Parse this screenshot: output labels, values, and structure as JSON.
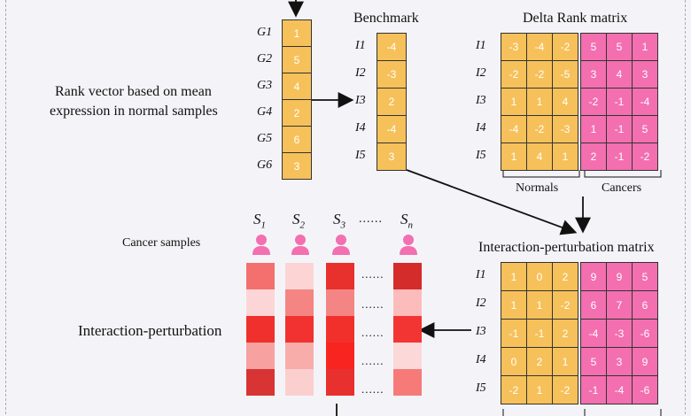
{
  "rank_vector": {
    "rows": [
      "G1",
      "G2",
      "G3",
      "G4",
      "G5",
      "G6"
    ],
    "values": [
      "1",
      "5",
      "4",
      "2",
      "6",
      "3"
    ],
    "caption_line1": "Rank vector based on mean",
    "caption_line2": "expression in normal samples"
  },
  "benchmark": {
    "title": "Benchmark",
    "rows": [
      "I1",
      "I2",
      "I3",
      "I4",
      "I5"
    ],
    "values": [
      "-4",
      "-3",
      "2",
      "-4",
      "3"
    ]
  },
  "delta_rank": {
    "title": "Delta Rank matrix",
    "rows": [
      "I1",
      "I2",
      "I3",
      "I4",
      "I5"
    ],
    "normals": [
      [
        "-3",
        "-4",
        "-2"
      ],
      [
        "-2",
        "-2",
        "-5"
      ],
      [
        "1",
        "1",
        "4"
      ],
      [
        "-4",
        "-2",
        "-3"
      ],
      [
        "1",
        "4",
        "1"
      ]
    ],
    "cancers": [
      [
        "5",
        "5",
        "1"
      ],
      [
        "3",
        "4",
        "3"
      ],
      [
        "-2",
        "-1",
        "-4"
      ],
      [
        "1",
        "-1",
        "5"
      ],
      [
        "2",
        "-1",
        "-2"
      ]
    ],
    "normals_label": "Normals",
    "cancers_label": "Cancers"
  },
  "interaction_matrix": {
    "title": "Interaction-perturbation matrix",
    "rows": [
      "I1",
      "I2",
      "I3",
      "I4",
      "I5"
    ],
    "normals": [
      [
        "1",
        "0",
        "2"
      ],
      [
        "1",
        "1",
        "-2"
      ],
      [
        "-1",
        "-1",
        "2"
      ],
      [
        "0",
        "2",
        "1"
      ],
      [
        "-2",
        "1",
        "-2"
      ]
    ],
    "cancers": [
      [
        "9",
        "9",
        "5"
      ],
      [
        "6",
        "7",
        "6"
      ],
      [
        "-4",
        "-3",
        "-6"
      ],
      [
        "5",
        "3",
        "9"
      ],
      [
        "-1",
        "-4",
        "-6"
      ]
    ]
  },
  "cancer_samples": {
    "label": "Cancer samples",
    "perturbation_label": "Interaction-perturbation",
    "samples": [
      {
        "name": "S",
        "sub": "1",
        "colors": [
          "#f4706e",
          "#fcd6d6",
          "#f0302c",
          "#f7a1a0",
          "#d83434"
        ]
      },
      {
        "name": "S",
        "sub": "2",
        "colors": [
          "#fcd4d4",
          "#f48583",
          "#f23230",
          "#f9adab",
          "#fccfcf"
        ]
      },
      {
        "name": "S",
        "sub": "3",
        "colors": [
          "#e8302c",
          "#f48584",
          "#f2302b",
          "#f82420",
          "#e8302e"
        ]
      },
      {
        "name": "S",
        "sub": "n",
        "colors": [
          "#d42b2b",
          "#fcbcbb",
          "#f23533",
          "#fcd8d8",
          "#f67b78"
        ]
      }
    ],
    "dots": "......",
    "colors": {
      "person": "#f36fb0"
    }
  }
}
